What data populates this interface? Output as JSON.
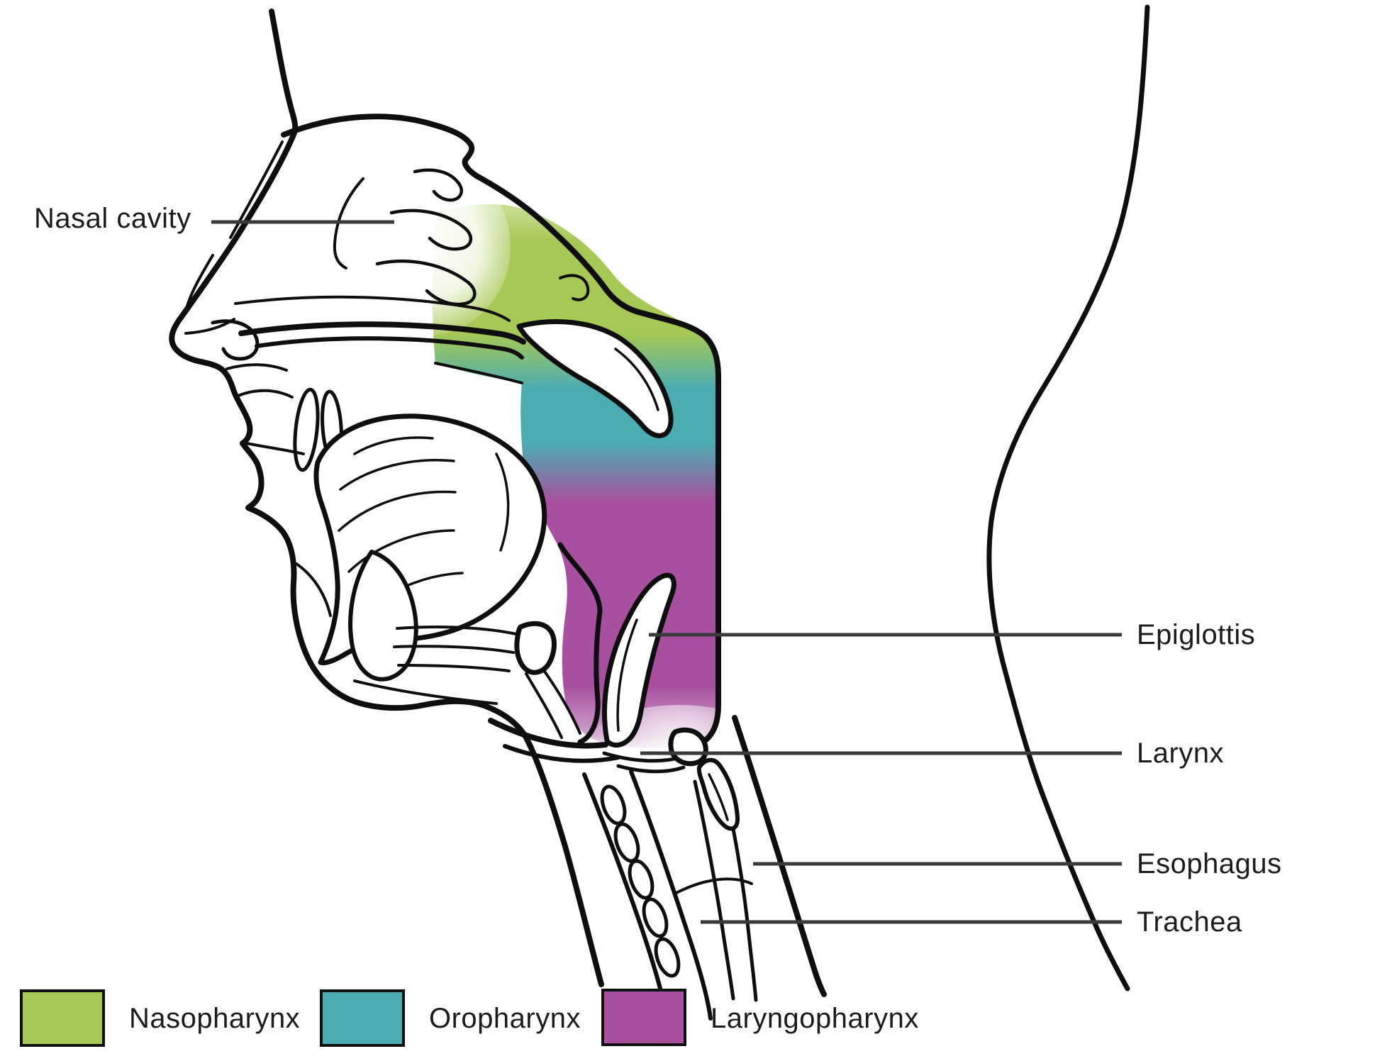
{
  "callouts": [
    {
      "id": "nasal-cavity",
      "text": "Nasal cavity"
    },
    {
      "id": "epiglottis",
      "text": "Epiglottis"
    },
    {
      "id": "larynx",
      "text": "Larynx"
    },
    {
      "id": "esophagus",
      "text": "Esophagus"
    },
    {
      "id": "trachea",
      "text": "Trachea"
    }
  ],
  "legend": {
    "items": [
      {
        "label": "Nasopharynx",
        "color": "#a6c854"
      },
      {
        "label": "Oropharynx",
        "color": "#4badb2"
      },
      {
        "label": "Laryngopharynx",
        "color": "#a8509f"
      }
    ]
  },
  "colors": {
    "nasopharynx": "#a6c854",
    "oropharynx": "#4badb2",
    "laryngopharynx": "#a8509f",
    "outline": "#0e0e0e",
    "leader_line": "#3a3a3a",
    "label_text": "#1c1c1c",
    "background": "#ffffff"
  }
}
